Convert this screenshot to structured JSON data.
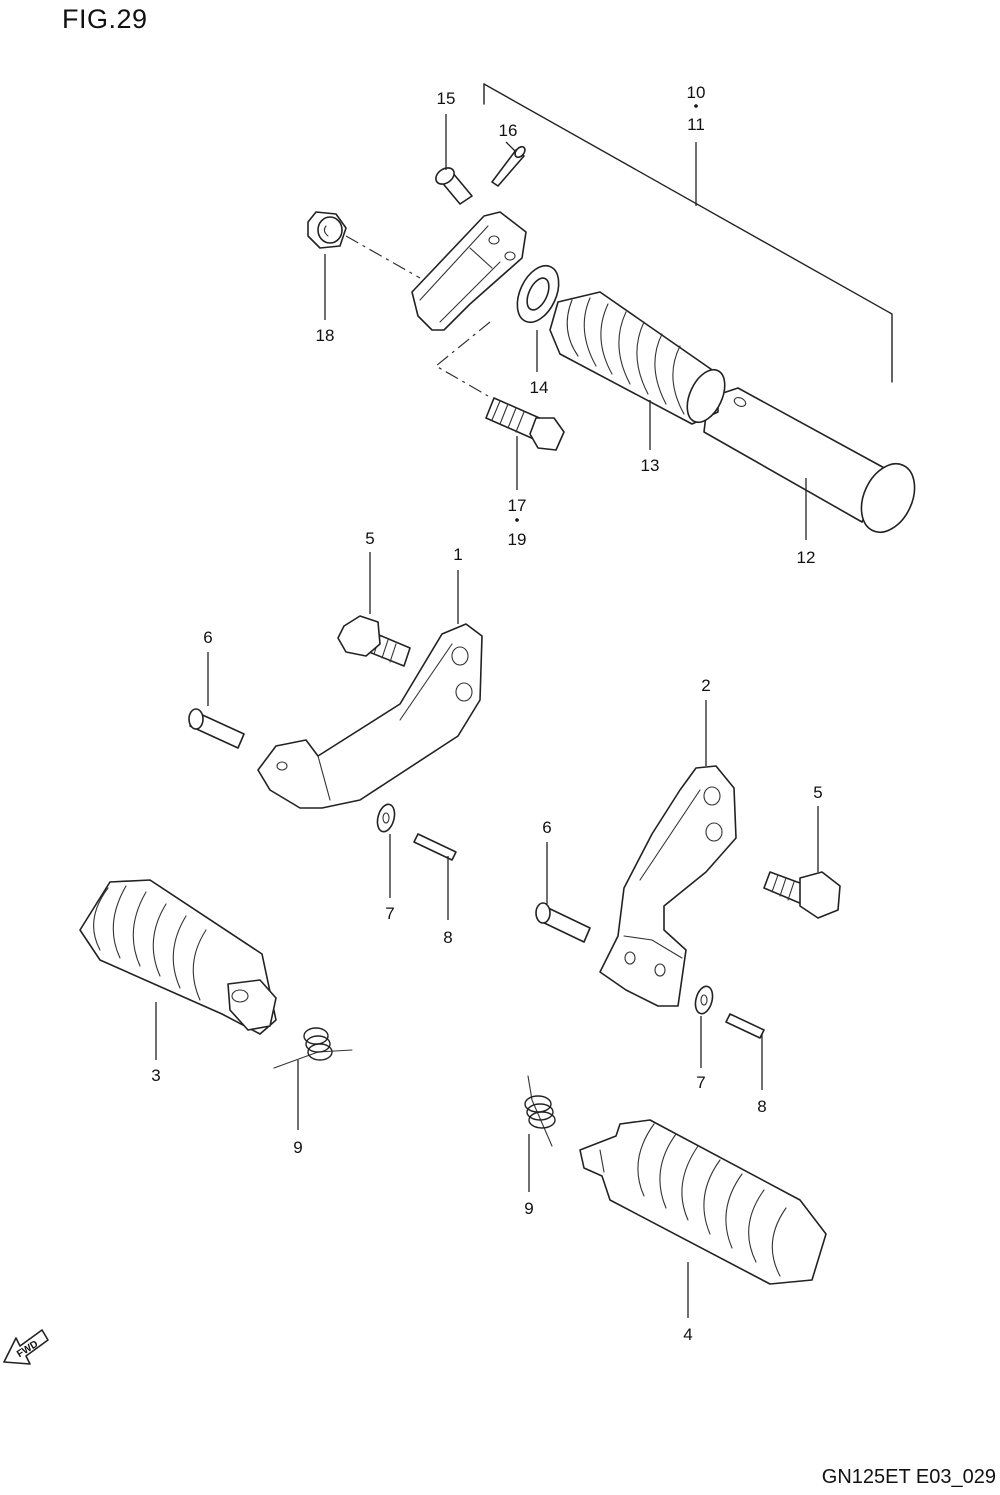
{
  "figure": {
    "title": "FIG.29",
    "code": "GN125ET E03_029",
    "fwd_label": "FWD"
  },
  "callouts": {
    "c1": "1",
    "c2": "2",
    "c3": "3",
    "c4": "4",
    "c5a": "5",
    "c5b": "5",
    "c6a": "6",
    "c6b": "6",
    "c7a": "7",
    "c7b": "7",
    "c8a": "8",
    "c8b": "8",
    "c9a": "9",
    "c9b": "9",
    "c10": "10",
    "c11": "11",
    "c12": "12",
    "c13": "13",
    "c14": "14",
    "c15": "15",
    "c16": "16",
    "c17": "17",
    "c18": "18",
    "c19": "19"
  }
}
